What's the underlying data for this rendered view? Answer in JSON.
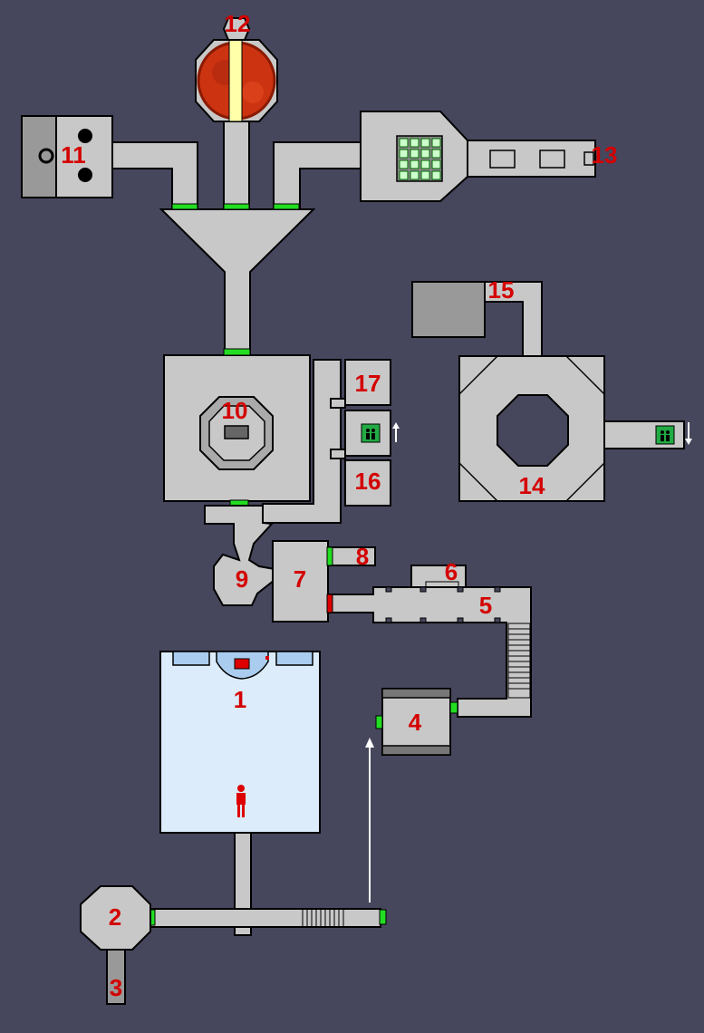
{
  "map": {
    "room_labels": {
      "r1": "1",
      "r2": "2",
      "r3": "3",
      "r4": "4",
      "r5": "5",
      "r6": "6",
      "r7": "7",
      "r8": "8",
      "r9": "9",
      "r10": "10",
      "r11": "11",
      "r12": "12",
      "r13": "13",
      "r14": "14",
      "r15": "15",
      "r16": "16",
      "r17": "17"
    },
    "colors": {
      "background": "#46465c",
      "room_fill": "#c8c8c8",
      "room_1_floor": "#dcecfa",
      "door_open": "#22dd22",
      "door_locked": "#dd0000",
      "label": "#d40000",
      "orb": "#cc3311",
      "beam": "#ffffaa",
      "elevator": "#22aa44"
    },
    "icons": [
      "player-marker-icon",
      "elevator-icon",
      "arrow-up-icon",
      "arrow-down-icon",
      "reactor-orb-icon",
      "keypad-grid-icon"
    ]
  }
}
